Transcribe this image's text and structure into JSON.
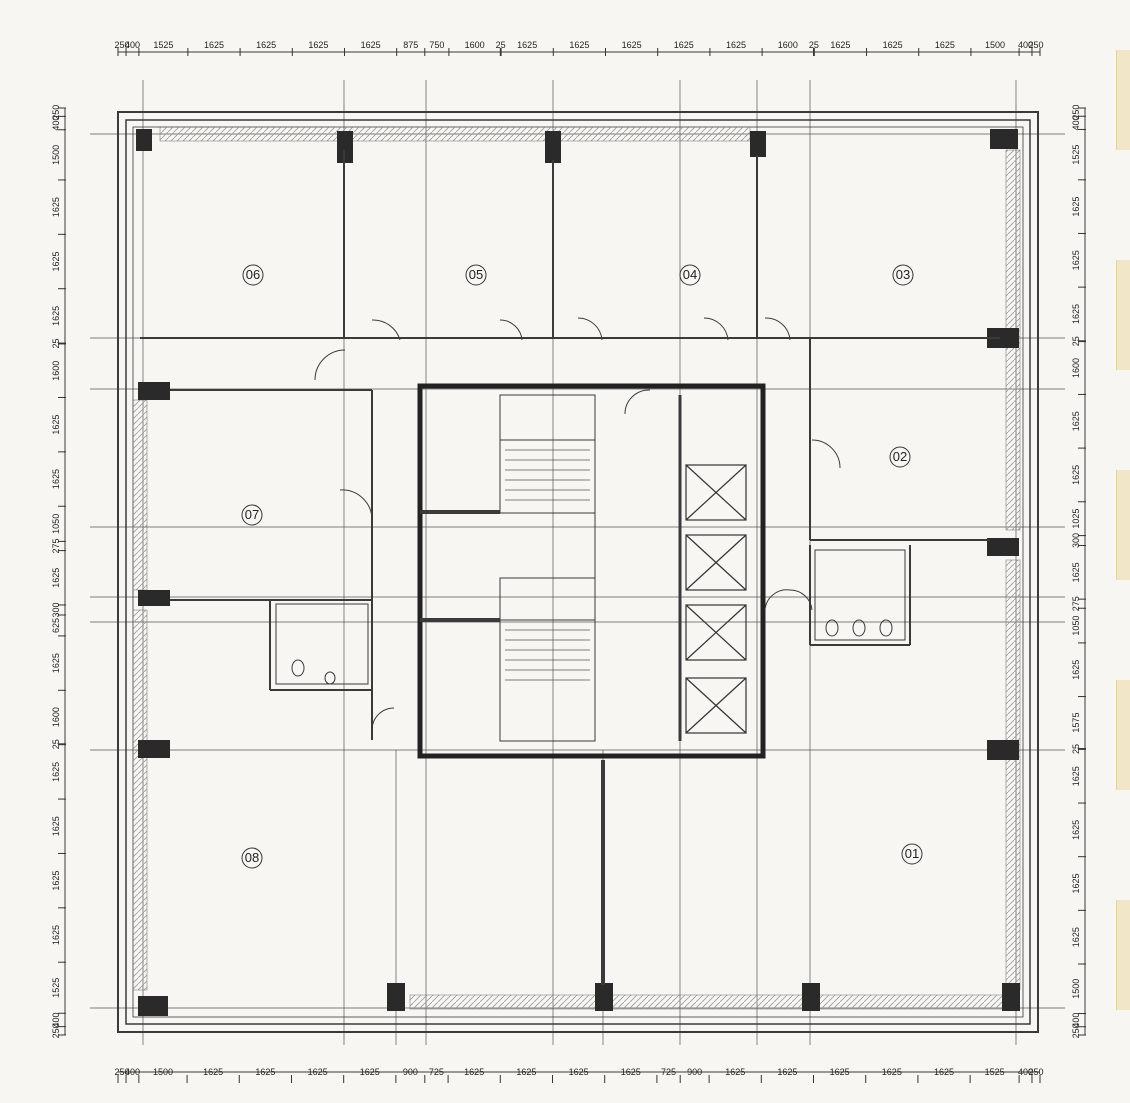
{
  "dimensions": {
    "top": [
      "250",
      "400",
      "1525",
      "1625",
      "1625",
      "1625",
      "1625",
      "875",
      "750",
      "1600",
      "25",
      "1625",
      "1625",
      "1625",
      "1625",
      "1625",
      "1600",
      "25",
      "1625",
      "1625",
      "1625",
      "1500",
      "400",
      "250"
    ],
    "bottom": [
      "250",
      "400",
      "1500",
      "1625",
      "1625",
      "1625",
      "1625",
      "900",
      "725",
      "1625",
      "1625",
      "1625",
      "1625",
      "725",
      "900",
      "1625",
      "1625",
      "1625",
      "1625",
      "1625",
      "1525",
      "400",
      "250"
    ],
    "left": [
      "250",
      "400",
      "1500",
      "1625",
      "1625",
      "1625",
      "25",
      "1600",
      "1625",
      "1625",
      "1050",
      "275",
      "1625",
      "300",
      "625",
      "1625",
      "1600",
      "25",
      "1625",
      "1625",
      "1625",
      "1625",
      "1525",
      "400",
      "250"
    ],
    "right": [
      "250",
      "400",
      "1525",
      "1625",
      "1625",
      "1625",
      "25",
      "1600",
      "1625",
      "1625",
      "1025",
      "300",
      "1625",
      "275",
      "1050",
      "1625",
      "1575",
      "25",
      "1625",
      "1625",
      "1625",
      "1625",
      "1500",
      "400",
      "250"
    ]
  },
  "units": [
    {
      "id": "01",
      "label": "01"
    },
    {
      "id": "02",
      "label": "02"
    },
    {
      "id": "03",
      "label": "03"
    },
    {
      "id": "04",
      "label": "04"
    },
    {
      "id": "05",
      "label": "05"
    },
    {
      "id": "06",
      "label": "06"
    },
    {
      "id": "07",
      "label": "07"
    },
    {
      "id": "08",
      "label": "08"
    }
  ],
  "colors": {
    "line": "#3a3a3a",
    "paper": "#f7f6f2",
    "hatch": "#9a9a9a",
    "accent_tab": "#f1e6c8"
  }
}
